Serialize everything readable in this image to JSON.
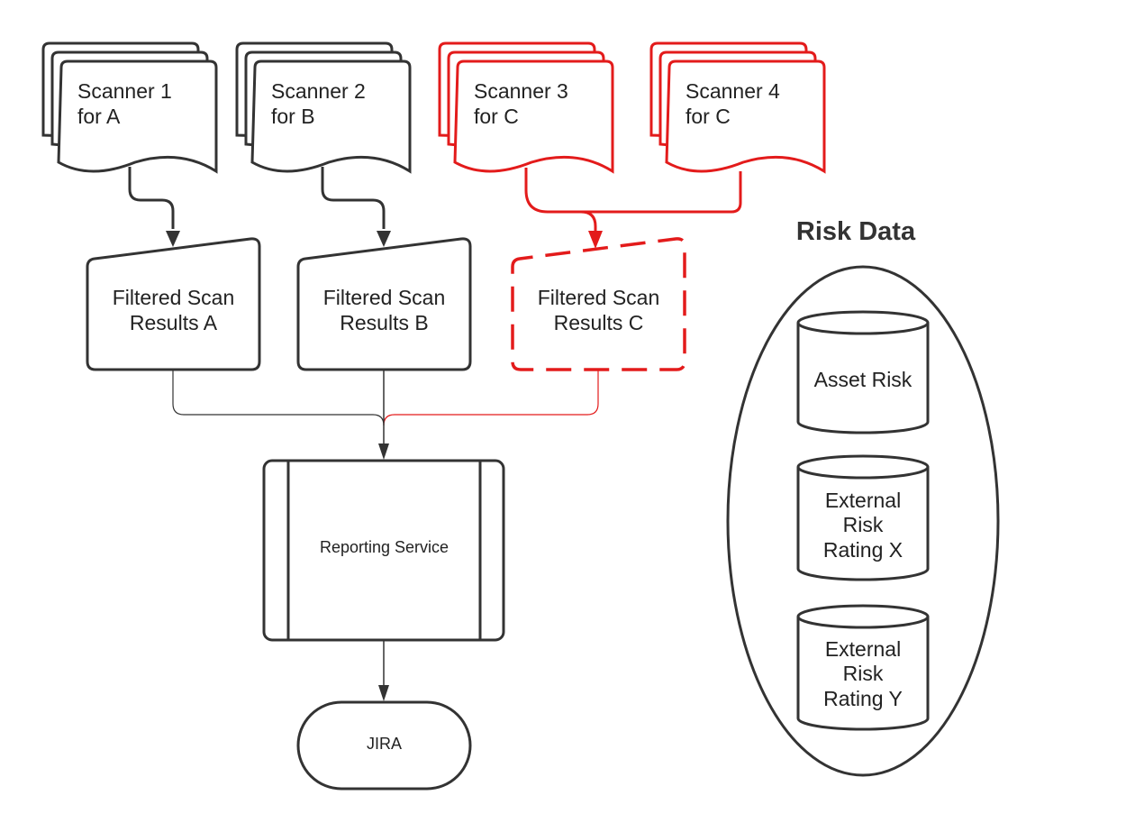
{
  "colors": {
    "default": "#333333",
    "highlight": "#e31b1b"
  },
  "scanners": [
    {
      "label": "Scanner 1\nfor A",
      "highlight": false
    },
    {
      "label": "Scanner 2\nfor B",
      "highlight": false
    },
    {
      "label": "Scanner 3\nfor C",
      "highlight": true
    },
    {
      "label": "Scanner 4\nfor C",
      "highlight": true
    }
  ],
  "filtered_results": [
    {
      "label": "Filtered Scan\nResults A",
      "highlight": false
    },
    {
      "label": "Filtered Scan\nResults B",
      "highlight": false
    },
    {
      "label": "Filtered Scan\nResults C",
      "highlight": true,
      "dashed": true
    }
  ],
  "reporting_service": {
    "label": "Reporting Service"
  },
  "jira": {
    "label": "JIRA"
  },
  "risk_data": {
    "title": "Risk Data",
    "stores": [
      {
        "label": "Asset Risk"
      },
      {
        "label": "External\nRisk\nRating X"
      },
      {
        "label": "External\nRisk\nRating Y"
      }
    ]
  }
}
